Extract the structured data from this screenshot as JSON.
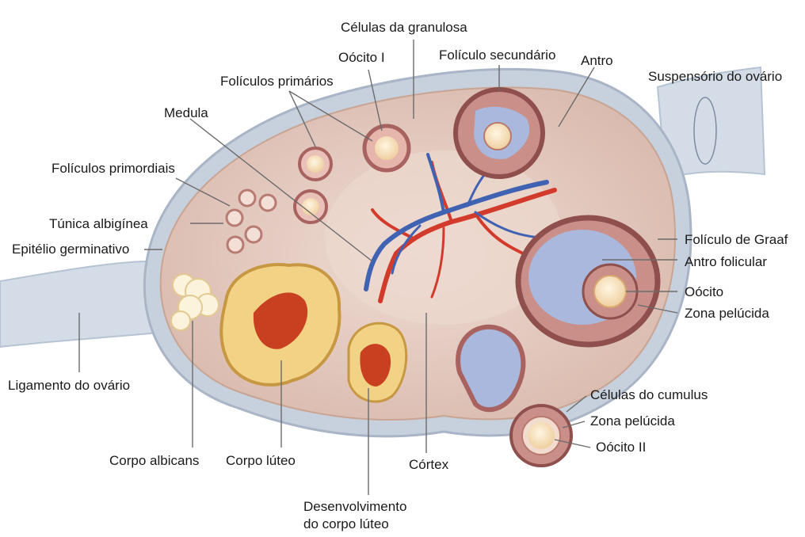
{
  "labels": {
    "celulas_granulosa": "Células da granulosa",
    "oocito_i": "Oócito I",
    "foliculo_secundario": "Folículo secundário",
    "antro": "Antro",
    "suspensorio": "Suspensório do ovário",
    "foliculos_primarios": "Folículos primários",
    "medula": "Medula",
    "foliculos_primordiais": "Folículos primordiais",
    "tunica_albiginea": "Túnica albigínea",
    "epitelio_germinativo": "Epitélio germinativo",
    "foliculo_graaf": "Folículo de Graaf",
    "antro_folicular": "Antro folicular",
    "oocito": "Oócito",
    "zona_pelucida_1": "Zona pelúcida",
    "ligamento": "Ligamento do ovário",
    "celulas_cumulus": "Células do cumulus",
    "zona_pelucida_2": "Zona pelúcida",
    "oocito_ii": "Oócito II",
    "corpo_albicans": "Corpo albicans",
    "corpo_luteo": "Corpo lúteo",
    "cortex": "Córtex",
    "desenvolvimento_1": "Desenvolvimento",
    "desenvolvimento_2": "do corpo lúteo"
  },
  "colors": {
    "stroma": "#e8cfc4",
    "ovary_outline": "#b9c4d2",
    "follicle_ring": "#a8625f",
    "antrum": "#a9b8dc",
    "oocyte": "#f7e2c0",
    "corpus_luteum": "#f2d386",
    "luteum_core": "#c8401f",
    "artery": "#d23a2c",
    "vein": "#3f62b2",
    "ligament": "#d4dde7"
  }
}
